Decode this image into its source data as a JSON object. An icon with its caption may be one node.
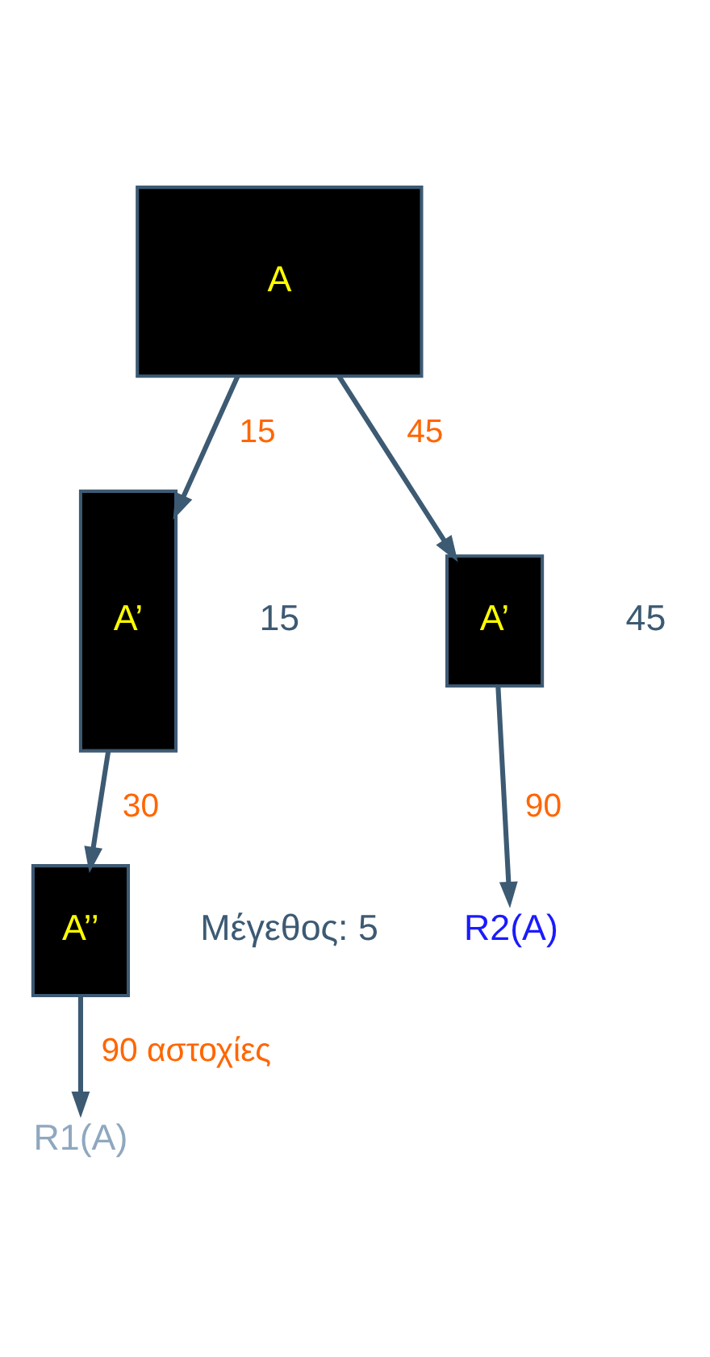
{
  "diagram": {
    "nodes": [
      {
        "text": [
          "A"
        ]
      },
      {
        "text": [
          "A’"
        ],
        "beside": [
          "15"
        ]
      },
      {
        "text": [
          "A’"
        ],
        "beside": [
          "45"
        ]
      },
      {
        "text": [
          "A’’"
        ],
        "beside": [
          "Μέγεθος: 5"
        ]
      },
      {
        "text": [
          "R2(A)"
        ]
      },
      {
        "text": [
          "R1(A)"
        ]
      }
    ],
    "edges": [
      {
        "from": 0,
        "to": 1,
        "arrow": "to",
        "label": "15"
      },
      {
        "from": 0,
        "to": 2,
        "arrow": "to",
        "label": "45"
      },
      {
        "from": 2,
        "to": 4,
        "arrow": "to",
        "label": "90"
      },
      {
        "from": 1,
        "to": 3,
        "arrow": "to",
        "label": "30"
      },
      {
        "from": 3,
        "to": 5,
        "arrow": "to",
        "label": "90 αστοχίες"
      }
    ]
  }
}
